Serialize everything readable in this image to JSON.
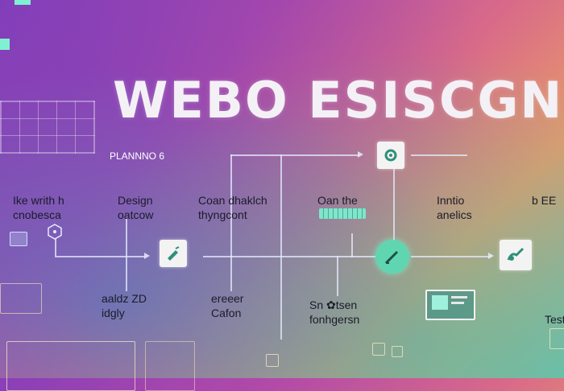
{
  "title": "WEBO ESISCGN",
  "planning_label": "PLANNNO 6",
  "columns": [
    {
      "top_1": "Ike writh h",
      "top_2": "cnobesca",
      "bottom_1": "",
      "bottom_2": ""
    },
    {
      "top_1": "Design",
      "top_2": "oatcow",
      "bottom_1": "aaldz ZD",
      "bottom_2": "idgly"
    },
    {
      "top_1": "Coan dhaklch",
      "top_2": "thyngcont",
      "bottom_1": "ereeer",
      "bottom_2": "Cafon"
    },
    {
      "top_1": "Oan the",
      "top_2": "",
      "bottom_1": "Sn ✿tsen",
      "bottom_2": "fonhgersn"
    },
    {
      "top_1": "Inntio",
      "top_2": "anelics",
      "bottom_1": "",
      "bottom_2": ""
    },
    {
      "top_1": "b EE",
      "top_2": "",
      "bottom_1": "Test",
      "bottom_2": ""
    }
  ],
  "icons": {
    "top_node": "gear-icon",
    "design_node": "pen-icon",
    "center_node": "pencil-icon",
    "right_node": "brush-icon",
    "monitor": "monitor-icon",
    "hexagon": "hexagon-icon"
  },
  "colors": {
    "accent": "#5fd6b0",
    "title": "#f4f1f6"
  }
}
